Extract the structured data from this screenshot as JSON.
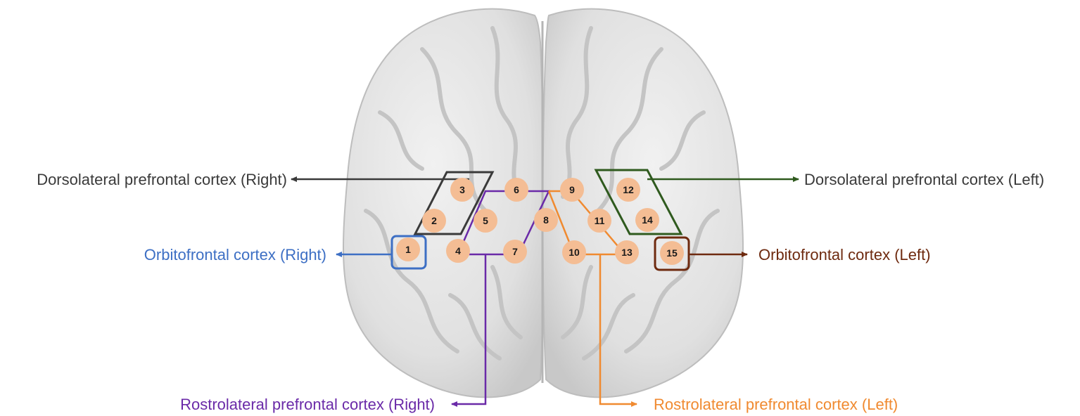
{
  "colors": {
    "background": "#ffffff",
    "brain_fill": "#e6e6e6",
    "brain_shade": "#c9c9c9",
    "channel_fill": "#f4bd94",
    "dlpfc_right": "#3a3a3a",
    "dlpfc_left": "#2f5a1e",
    "ofc_right": "#3d6fc4",
    "ofc_left": "#6e2a0f",
    "rlpfc_right": "#6a2aa8",
    "rlpfc_left": "#f08a30"
  },
  "regions": [
    {
      "id": "dlpfc_right",
      "label": "Dorsolateral prefrontal cortex (Right)",
      "channels": [
        "2",
        "3"
      ]
    },
    {
      "id": "dlpfc_left",
      "label": "Dorsolateral prefrontal cortex (Left)",
      "channels": [
        "12",
        "14"
      ]
    },
    {
      "id": "ofc_right",
      "label": "Orbitofrontal cortex (Right)",
      "channels": [
        "1"
      ]
    },
    {
      "id": "ofc_left",
      "label": "Orbitofrontal cortex (Left)",
      "channels": [
        "15"
      ]
    },
    {
      "id": "rlpfc_right",
      "label": "Rostrolateral prefrontal cortex (Right)",
      "channels": [
        "4",
        "5",
        "6",
        "7",
        "8"
      ]
    },
    {
      "id": "rlpfc_left",
      "label": "Rostrolateral prefrontal cortex (Left)",
      "channels": [
        "9",
        "10",
        "11",
        "13"
      ]
    }
  ],
  "channels": [
    "1",
    "2",
    "3",
    "4",
    "5",
    "6",
    "7",
    "8",
    "9",
    "10",
    "11",
    "12",
    "13",
    "14",
    "15"
  ]
}
